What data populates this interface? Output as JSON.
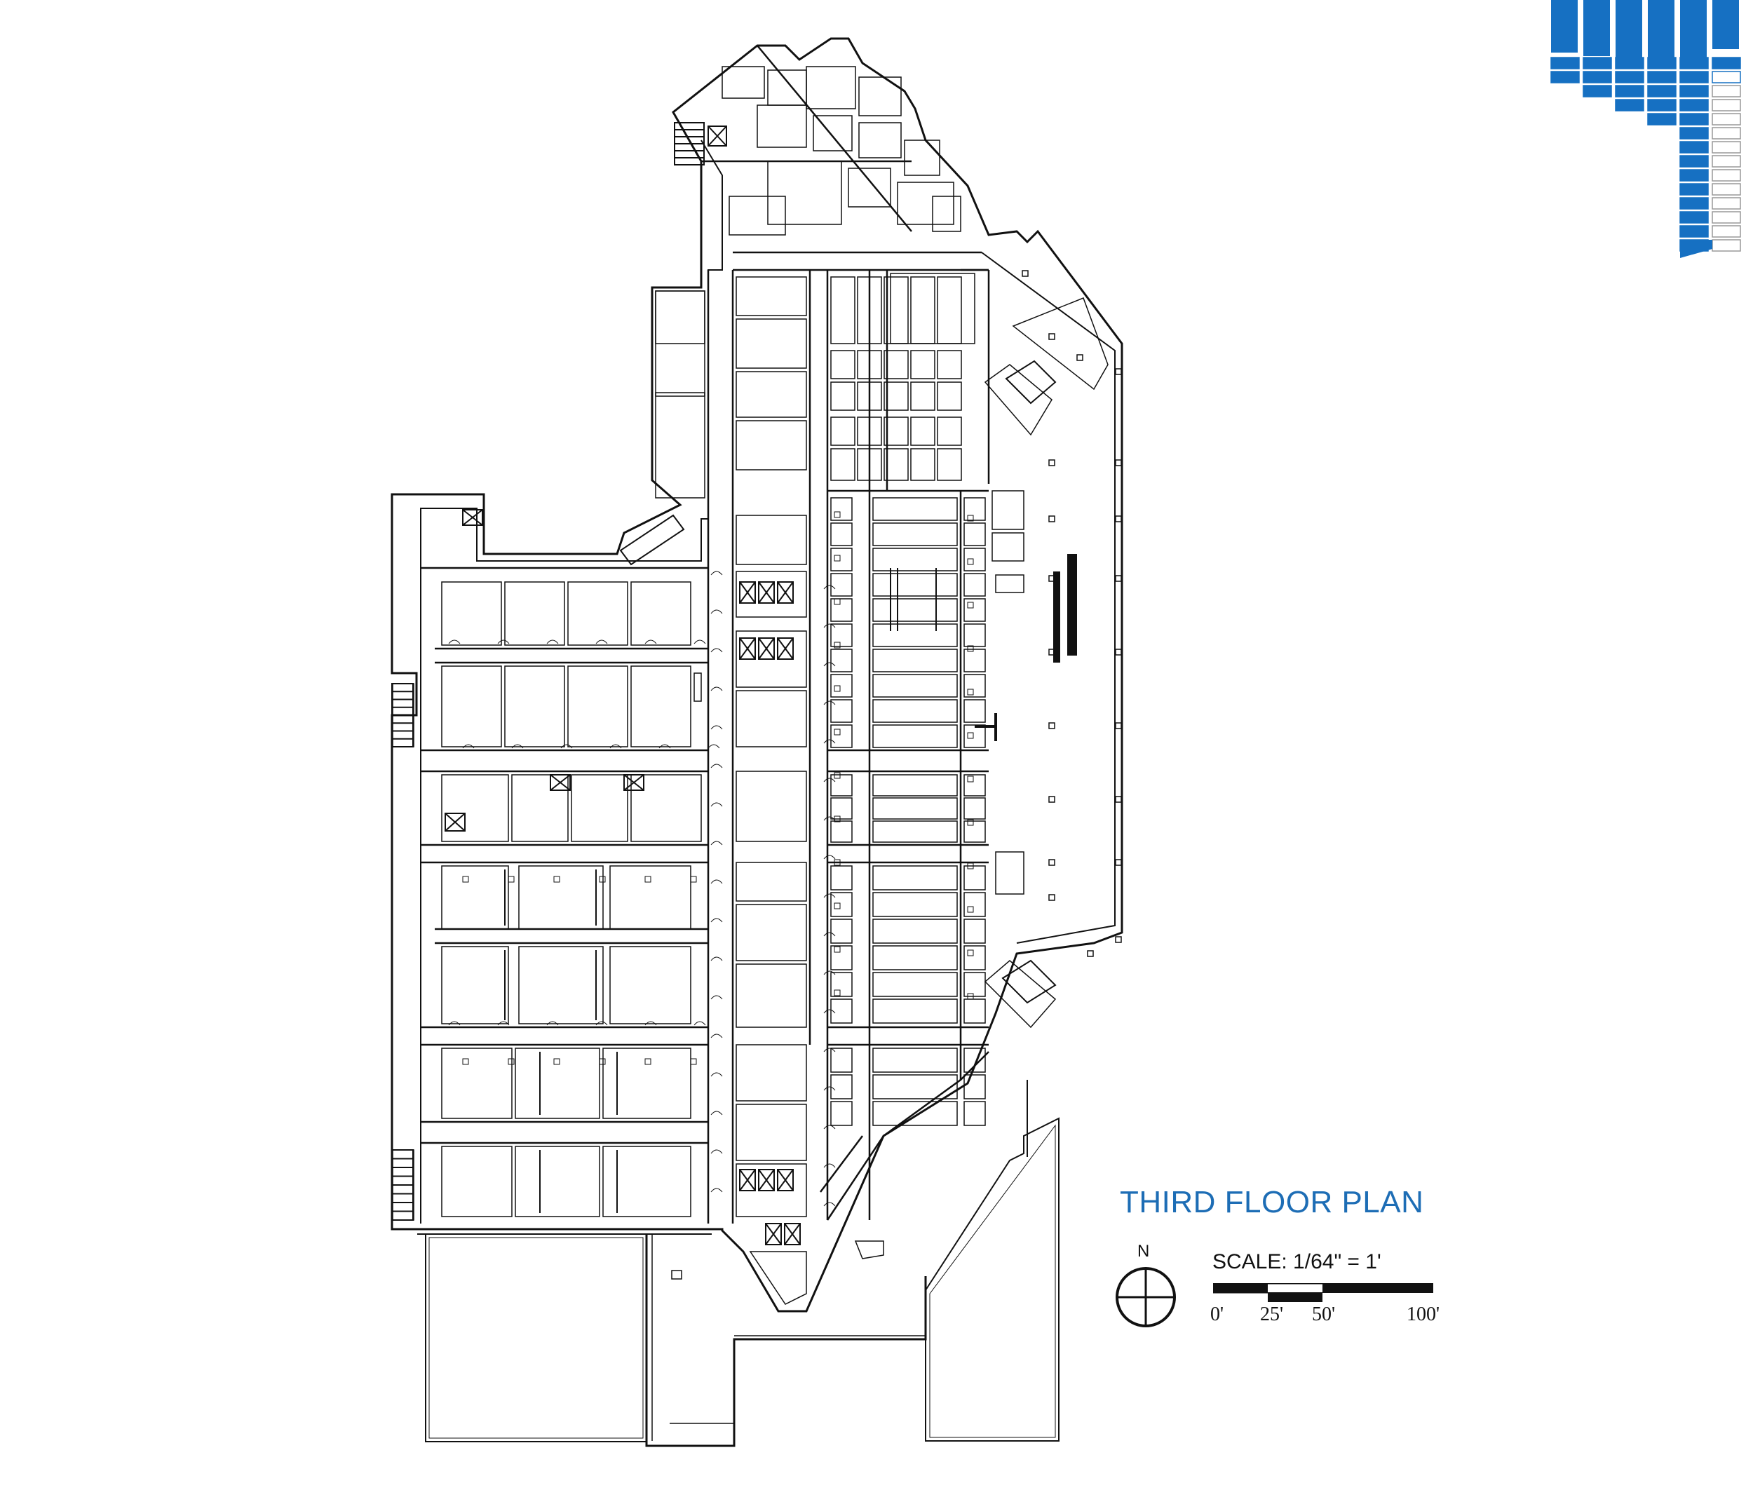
{
  "plan": {
    "title": "THIRD FLOOR PLAN",
    "north": "N",
    "scale_label": "SCALE: 1/64\" = 1'",
    "scale_ticks": [
      "0'",
      "25'",
      "50'",
      "100'"
    ]
  },
  "colors": {
    "title": "#1d6db5",
    "logo": "#1670c2",
    "line": "#111111",
    "fill": "#ffffff"
  },
  "icons": [
    "north-arrow-icon",
    "logo-mark-icon",
    "elevator-icon",
    "stair-icon"
  ]
}
